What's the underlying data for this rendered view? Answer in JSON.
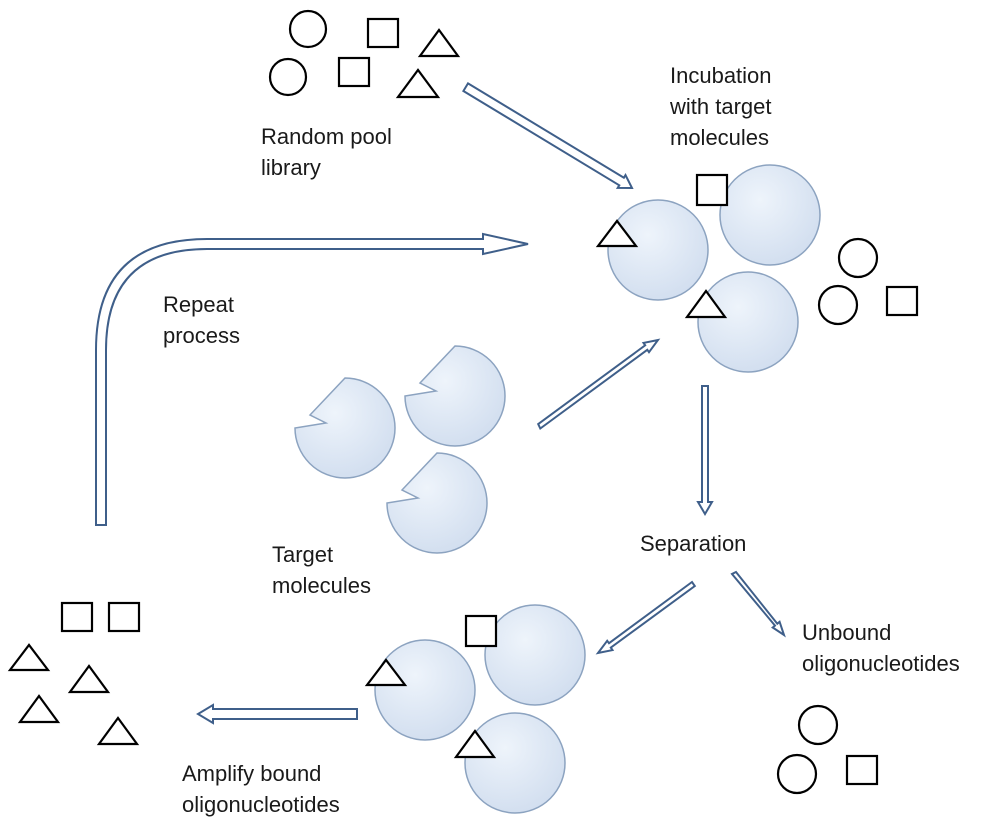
{
  "labels": {
    "random_pool": [
      "Random pool",
      "library"
    ],
    "incubation": [
      "Incubation",
      "with target",
      "molecules"
    ],
    "repeat": [
      "Repeat",
      "process"
    ],
    "target_molecules": [
      "Target",
      "molecules"
    ],
    "separation": "Separation",
    "unbound": [
      "Unbound",
      "oligonucleotides"
    ],
    "amplify": [
      "Amplify bound",
      "oligonucleotides"
    ]
  },
  "colors": {
    "arrow_stroke": "#3f5f8a",
    "target_fill": "#dce8f6",
    "target_stroke": "#8ca3c0",
    "shape_stroke": "#000000"
  }
}
